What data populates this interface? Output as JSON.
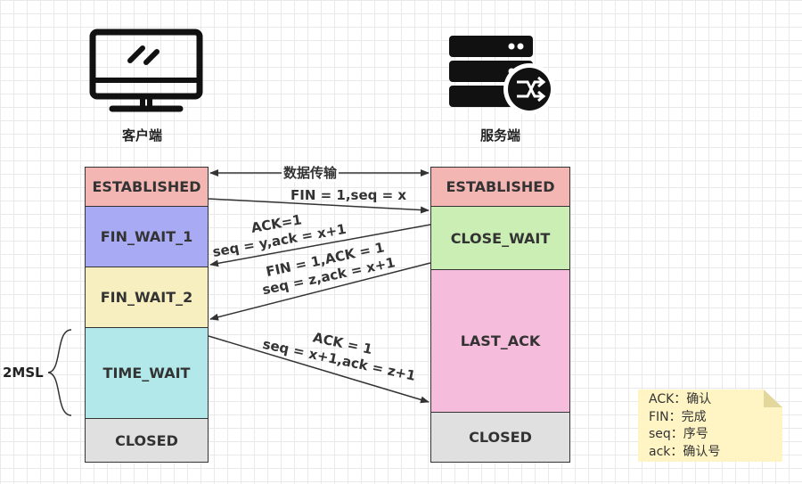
{
  "client": {
    "title": "客户端",
    "icon": "desktop-monitor-icon"
  },
  "server": {
    "title": "服务端",
    "icon": "server-sync-icon"
  },
  "client_states": [
    "ESTABLISHED",
    "FIN_WAIT_1",
    "FIN_WAIT_2",
    "TIME_WAIT",
    "CLOSED"
  ],
  "server_states": [
    "ESTABLISHED",
    "CLOSE_WAIT",
    "LAST_ACK",
    "CLOSED"
  ],
  "messages": {
    "data_transfer": "数据传输",
    "fin1": "FIN = 1,seq = x",
    "ack1_line1": "ACK=1",
    "ack1_line2": "seq = y,ack = x+1",
    "fin2_line1": "FIN = 1,ACK = 1",
    "fin2_line2": "seq = z,ack = x+1",
    "ack2_line1": "ACK = 1",
    "ack2_line2": "seq = x+1,ack = z+1"
  },
  "msl_label": "2MSL",
  "legend": [
    "ACK：确认",
    "FIN：完成",
    "seq：序号",
    "ack：确认号"
  ],
  "colors": {
    "established": "#f4b6b3",
    "fin_wait_1": "#a8abf4",
    "fin_wait_2": "#f7efbf",
    "time_wait": "#b2e8ea",
    "closed": "#e0e0e0",
    "close_wait": "#caeeb4",
    "last_ack": "#f5bddb",
    "note": "#fff4c3"
  }
}
